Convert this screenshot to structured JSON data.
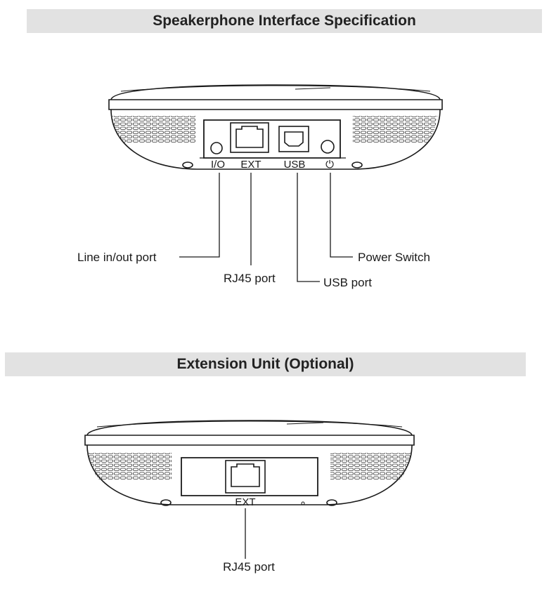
{
  "sections": [
    {
      "title": "Speakerphone Interface Specification",
      "port_markings": [
        "I/O",
        "EXT",
        "USB",
        "⏻"
      ],
      "callouts": [
        "Line in/out port",
        "RJ45 port",
        "USB port",
        "Power Switch"
      ]
    },
    {
      "title": "Extension Unit (Optional)",
      "port_markings": [
        "EXT"
      ],
      "callouts": [
        "RJ45 port"
      ]
    }
  ]
}
